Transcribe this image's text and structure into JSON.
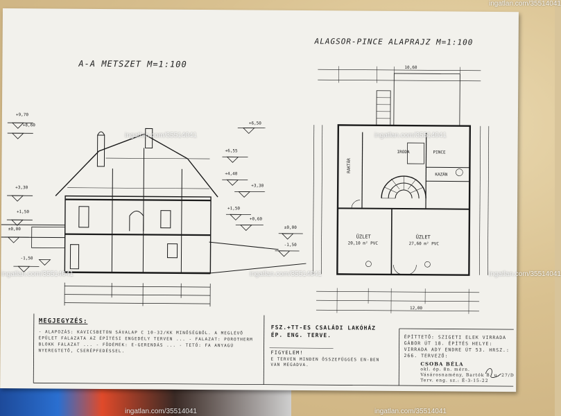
{
  "drawing": {
    "section_title": "A-A METSZET M=1:100",
    "plan_title": "ALAGSOR-PINCE ALAPRAJZ M=1:100",
    "room_labels": {
      "storage": "RAKTÁR",
      "office": "IRODA",
      "boiler": "KAZÁN",
      "cellar": "PINCE",
      "shop_left": "ÜZLET",
      "shop_left_area": "20,10 m² PVC",
      "shop_right": "ÜZLET",
      "shop_right_area": "27,60 m² PVC"
    },
    "section_levels": [
      "+9,70",
      "+8,60",
      "+3,30",
      "+1,50",
      "±0,00",
      "-1,50"
    ],
    "right_levels": [
      "+6,50",
      "+6,55",
      "+4,40",
      "+3,30",
      "+1,50",
      "+0,60",
      "±0,00",
      "-1,50"
    ],
    "plan_dims_bottom": [
      "12,00"
    ],
    "plan_dims_top": [
      "10,60"
    ]
  },
  "notes": {
    "heading": "MEGJEGYZÉS:",
    "body": "- ALAPOZÁS: KAVICSBETON SÁVALAP C 10-32/KK MINŐSÉGBŐL. A MEGLÉVŐ ÉPÜLET FALAZATA AZ ÉPÍTÉSI ENGEDÉLY TERVEN ... - FALAZAT: POROTHERM BLOKK FALAZAT ... - FÖDÉMEK: E-GERENDÁS ... - TETŐ: FA ANYAGÚ NYEREGTETŐ, CSERÉPFEDÉSSEL."
  },
  "project": {
    "title_line1": "FSZ.+TT-ES CSALÁDI LAKÓHÁZ",
    "title_line2": "ÉP. ENG. TERVE.",
    "note_heading": "FIGYELEM!",
    "note_body": "E TERVEN MINDEN ÖSSZEFÜGGÉS EN-BEN VAN MEGADVA."
  },
  "owner": {
    "text": "ÉPÍTTETŐ: SZIGETI ELEK VIRRADA GÁBOR ÚT 18. ÉPÍTÉS HELYE: VIRRADA ADY ENDRE ÚT 53. HRSZ.: 266. TERVEZŐ:"
  },
  "stamp": {
    "name": "CSOBA BÉLA",
    "line1": "okl. ép. 8n. mérn.",
    "line2": "Vásárosnamény, Bartók B. u. 27/D",
    "line3": "Terv. eng. sz.: É-3-15-22"
  },
  "watermarks": [
    "ingatlan.com/35514041",
    "ingatlan.com/35514041",
    "ingatlan.com/35514041",
    "ingatlan.com/35514041",
    "ingatlan.com/35514041",
    "ingatlan.com/35514041",
    "ingatlan.com/35514041",
    "ingatlan.com/35514041"
  ]
}
